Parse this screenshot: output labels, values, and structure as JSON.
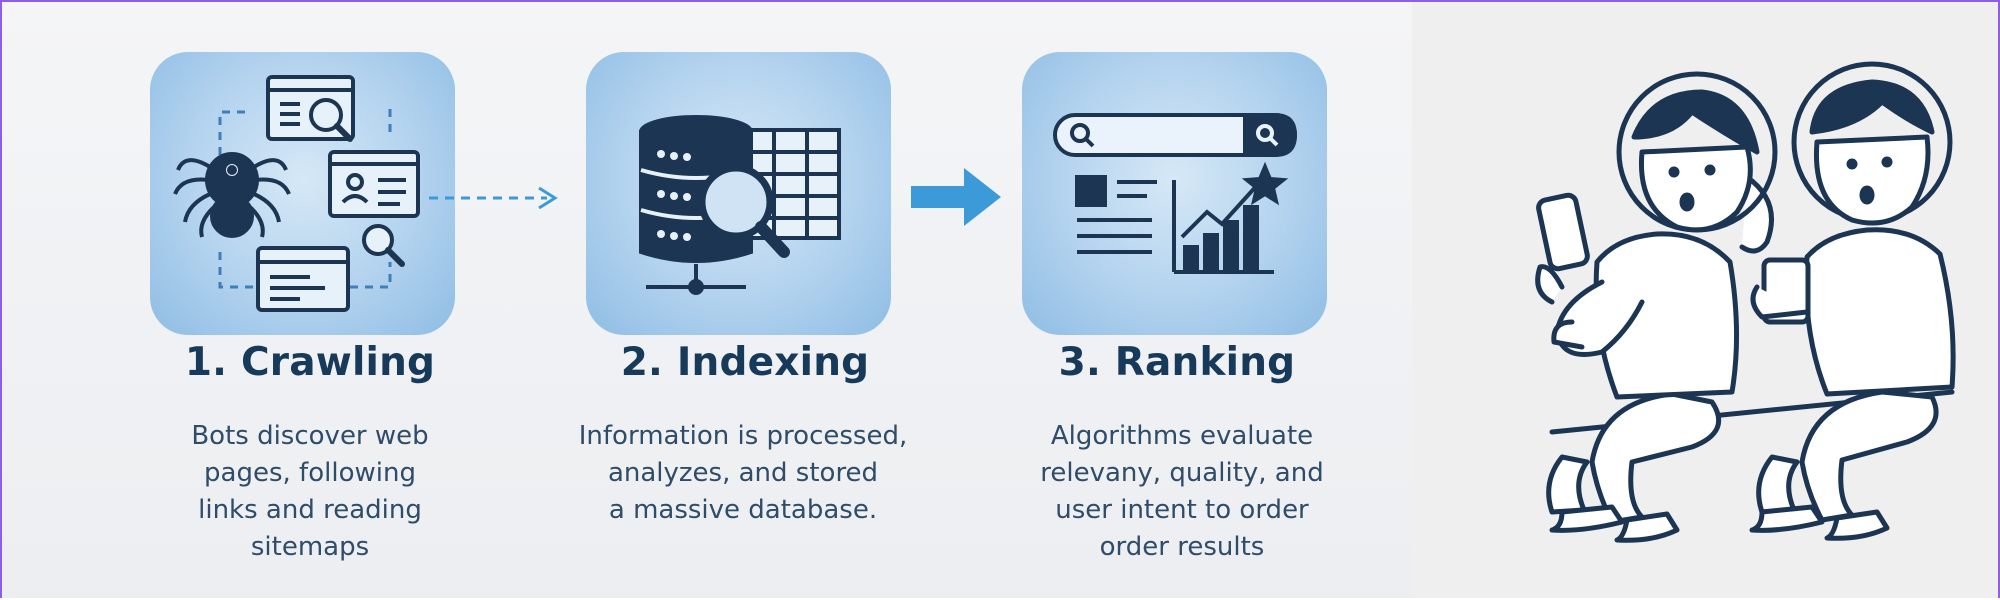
{
  "steps": [
    {
      "title": "1. Crawling",
      "lines": [
        "Bots discover web",
        "pages, following",
        "links and reading",
        "sitemaps"
      ]
    },
    {
      "title": "2. Indexing",
      "lines": [
        "Information is processed,",
        "analyzes, and stored",
        "a massive database."
      ]
    },
    {
      "title": "3. Ranking",
      "lines": [
        "Algorithms evaluate",
        "relevany, quality, and",
        "user intent to order",
        "order results"
      ]
    }
  ],
  "colors": {
    "navy": "#1b3553",
    "tile_light": "#d6e8f6",
    "tile_dark": "#8ebde4",
    "arrow": "#3d9ad8",
    "frame_border": "#8f5cf0"
  },
  "icons": {
    "crawling": [
      "spider-icon",
      "magnifier-icon",
      "browser-window-icon",
      "profile-card-icon"
    ],
    "indexing": [
      "database-icon",
      "table-grid-icon",
      "magnifier-icon",
      "network-node-icon"
    ],
    "ranking": [
      "search-bar-icon",
      "document-icon",
      "bar-chart-icon",
      "star-icon"
    ],
    "illustration": "two-people-looking-at-phone-illustration"
  }
}
